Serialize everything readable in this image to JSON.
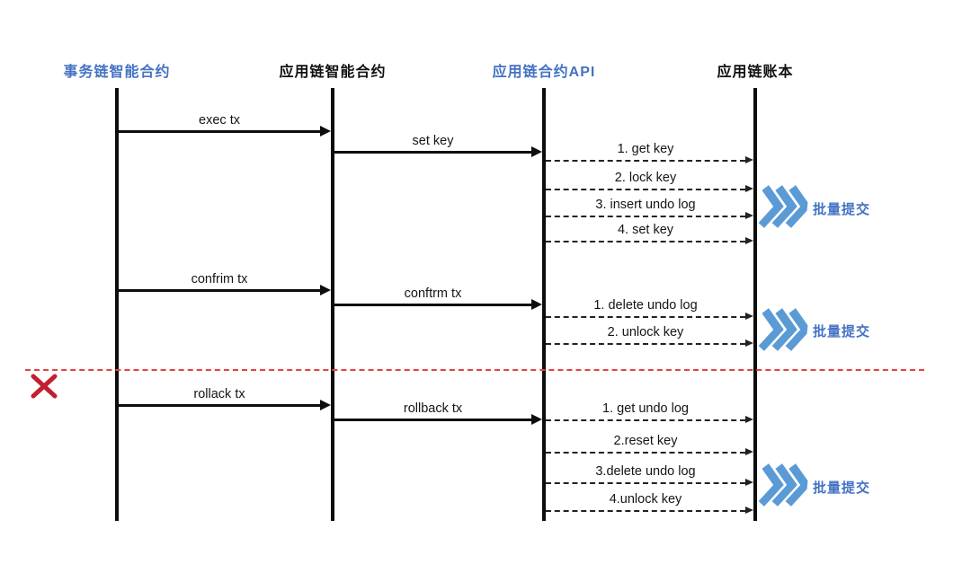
{
  "diagram": {
    "type": "sequence-diagram",
    "colors": {
      "actor_blue": "#4472C4",
      "actor_dark": "#111111",
      "chevron_blue": "#5B9BD5",
      "batch_label_blue": "#4472C4",
      "failure_red": "#C21F30",
      "failure_line_red": "#E24444",
      "line_black": "#0d0d0d"
    },
    "actors": [
      {
        "id": "tx-chain-contract",
        "label": "事务链智能合约"
      },
      {
        "id": "app-chain-contract",
        "label": "应用链智能合约"
      },
      {
        "id": "app-chain-api",
        "label": "应用链合约API"
      },
      {
        "id": "app-chain-ledger",
        "label": "应用链账本"
      }
    ],
    "messages": [
      {
        "label": "exec tx",
        "from": "事务链智能合约",
        "to": "应用链智能合约",
        "style": "solid"
      },
      {
        "label": "set key",
        "from": "应用链智能合约",
        "to": "应用链合约API",
        "style": "solid"
      },
      {
        "label": "1. get key",
        "from": "应用链合约API",
        "to": "应用链账本",
        "style": "dashed"
      },
      {
        "label": "2. lock key",
        "from": "应用链合约API",
        "to": "应用链账本",
        "style": "dashed"
      },
      {
        "label": "3. insert undo log",
        "from": "应用链合约API",
        "to": "应用链账本",
        "style": "dashed"
      },
      {
        "label": "4. set key",
        "from": "应用链合约API",
        "to": "应用链账本",
        "style": "dashed"
      },
      {
        "label": "confrim tx",
        "from": "事务链智能合约",
        "to": "应用链智能合约",
        "style": "solid"
      },
      {
        "label": "conftrm tx",
        "from": "应用链智能合约",
        "to": "应用链合约API",
        "style": "solid"
      },
      {
        "label": "1. delete undo log",
        "from": "应用链合约API",
        "to": "应用链账本",
        "style": "dashed"
      },
      {
        "label": "2. unlock key",
        "from": "应用链合约API",
        "to": "应用链账本",
        "style": "dashed"
      },
      {
        "label": "rollack tx",
        "from": "事务链智能合约",
        "to": "应用链智能合约",
        "style": "solid"
      },
      {
        "label": "rollback tx",
        "from": "应用链智能合约",
        "to": "应用链合约API",
        "style": "solid"
      },
      {
        "label": "1. get undo log",
        "from": "应用链合约API",
        "to": "应用链账本",
        "style": "dashed"
      },
      {
        "label": "2.reset key",
        "from": "应用链合约API",
        "to": "应用链账本",
        "style": "dashed"
      },
      {
        "label": "3.delete undo log",
        "from": "应用链合约API",
        "to": "应用链账本",
        "style": "dashed"
      },
      {
        "label": "4.unlock key",
        "from": "应用链合约API",
        "to": "应用链账本",
        "style": "dashed"
      }
    ],
    "batch_groups": [
      {
        "label": "批量提交"
      },
      {
        "label": "批量提交"
      },
      {
        "label": "批量提交"
      }
    ],
    "failure_marker": {
      "symbol": "✕"
    }
  }
}
